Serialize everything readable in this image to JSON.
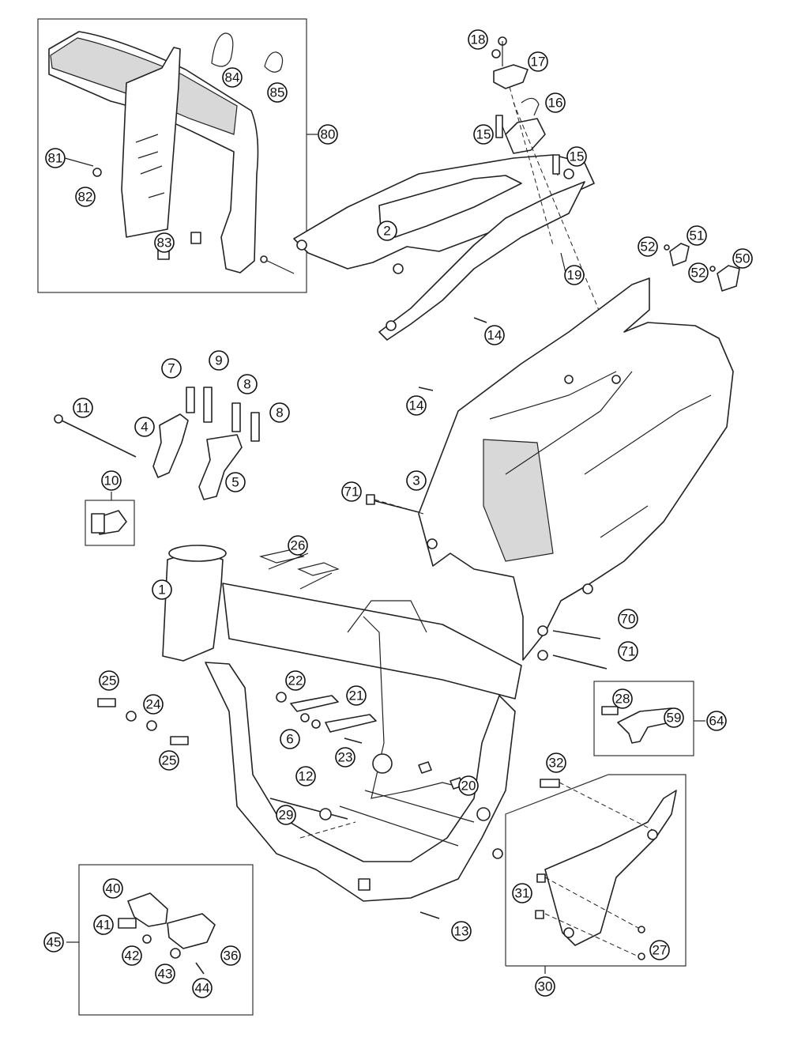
{
  "callouts": [
    {
      "id": "c18",
      "label": "18"
    },
    {
      "id": "c17",
      "label": "17"
    },
    {
      "id": "c16",
      "label": "16"
    },
    {
      "id": "c15a",
      "label": "15"
    },
    {
      "id": "c15b",
      "label": "15"
    },
    {
      "id": "c84",
      "label": "84"
    },
    {
      "id": "c85",
      "label": "85"
    },
    {
      "id": "c80",
      "label": "80"
    },
    {
      "id": "c81",
      "label": "81"
    },
    {
      "id": "c82",
      "label": "82"
    },
    {
      "id": "c83",
      "label": "83"
    },
    {
      "id": "c2",
      "label": "2"
    },
    {
      "id": "c19",
      "label": "19"
    },
    {
      "id": "c52a",
      "label": "52"
    },
    {
      "id": "c51",
      "label": "51"
    },
    {
      "id": "c52b",
      "label": "52"
    },
    {
      "id": "c50",
      "label": "50"
    },
    {
      "id": "c14a",
      "label": "14"
    },
    {
      "id": "c14b",
      "label": "14"
    },
    {
      "id": "c7",
      "label": "7"
    },
    {
      "id": "c9",
      "label": "9"
    },
    {
      "id": "c8a",
      "label": "8"
    },
    {
      "id": "c8b",
      "label": "8"
    },
    {
      "id": "c11",
      "label": "11"
    },
    {
      "id": "c4",
      "label": "4"
    },
    {
      "id": "c5",
      "label": "5"
    },
    {
      "id": "c10",
      "label": "10"
    },
    {
      "id": "c3",
      "label": "3"
    },
    {
      "id": "c71a",
      "label": "71"
    },
    {
      "id": "c26",
      "label": "26"
    },
    {
      "id": "c1",
      "label": "1"
    },
    {
      "id": "c70",
      "label": "70"
    },
    {
      "id": "c71b",
      "label": "71"
    },
    {
      "id": "c25a",
      "label": "25"
    },
    {
      "id": "c22",
      "label": "22"
    },
    {
      "id": "c21",
      "label": "21"
    },
    {
      "id": "c24",
      "label": "24"
    },
    {
      "id": "c6",
      "label": "6"
    },
    {
      "id": "c23",
      "label": "23"
    },
    {
      "id": "c25b",
      "label": "25"
    },
    {
      "id": "c28",
      "label": "28"
    },
    {
      "id": "c59",
      "label": "59"
    },
    {
      "id": "c64",
      "label": "64"
    },
    {
      "id": "c12",
      "label": "12"
    },
    {
      "id": "c20",
      "label": "20"
    },
    {
      "id": "c32",
      "label": "32"
    },
    {
      "id": "c29",
      "label": "29"
    },
    {
      "id": "c40",
      "label": "40"
    },
    {
      "id": "c41",
      "label": "41"
    },
    {
      "id": "c45",
      "label": "45"
    },
    {
      "id": "c42",
      "label": "42"
    },
    {
      "id": "c36",
      "label": "36"
    },
    {
      "id": "c43",
      "label": "43"
    },
    {
      "id": "c44",
      "label": "44"
    },
    {
      "id": "c13",
      "label": "13"
    },
    {
      "id": "c31",
      "label": "31"
    },
    {
      "id": "c27",
      "label": "27"
    },
    {
      "id": "c30",
      "label": "30"
    }
  ]
}
